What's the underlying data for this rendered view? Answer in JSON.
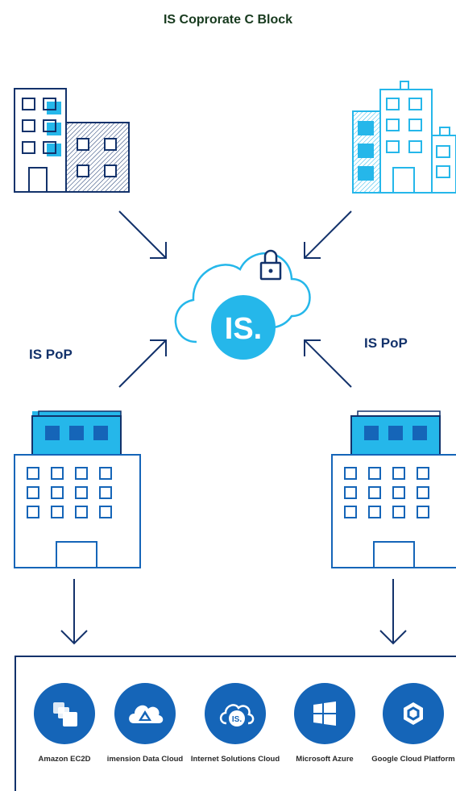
{
  "title": "IS Coprorate C Block",
  "pop_labels": {
    "left": "IS PoP",
    "right": "IS PoP"
  },
  "cloud": {
    "badge_text": "IS."
  },
  "colors": {
    "navy": "#13326b",
    "cyan": "#25b7ea",
    "blue": "#1565b8",
    "title": "#173a1e"
  },
  "providers": [
    {
      "label": "Amazon EC2D",
      "icon": "amazon-ec2-icon"
    },
    {
      "label": "imension Data Cloud",
      "icon": "dimension-data-icon"
    },
    {
      "label": "Internet Solutions Cloud",
      "icon": "is-cloud-icon",
      "badge": "IS."
    },
    {
      "label": "Microsoft Azure",
      "icon": "windows-icon"
    },
    {
      "label": "Google Cloud Platform",
      "icon": "google-cloud-icon"
    }
  ]
}
